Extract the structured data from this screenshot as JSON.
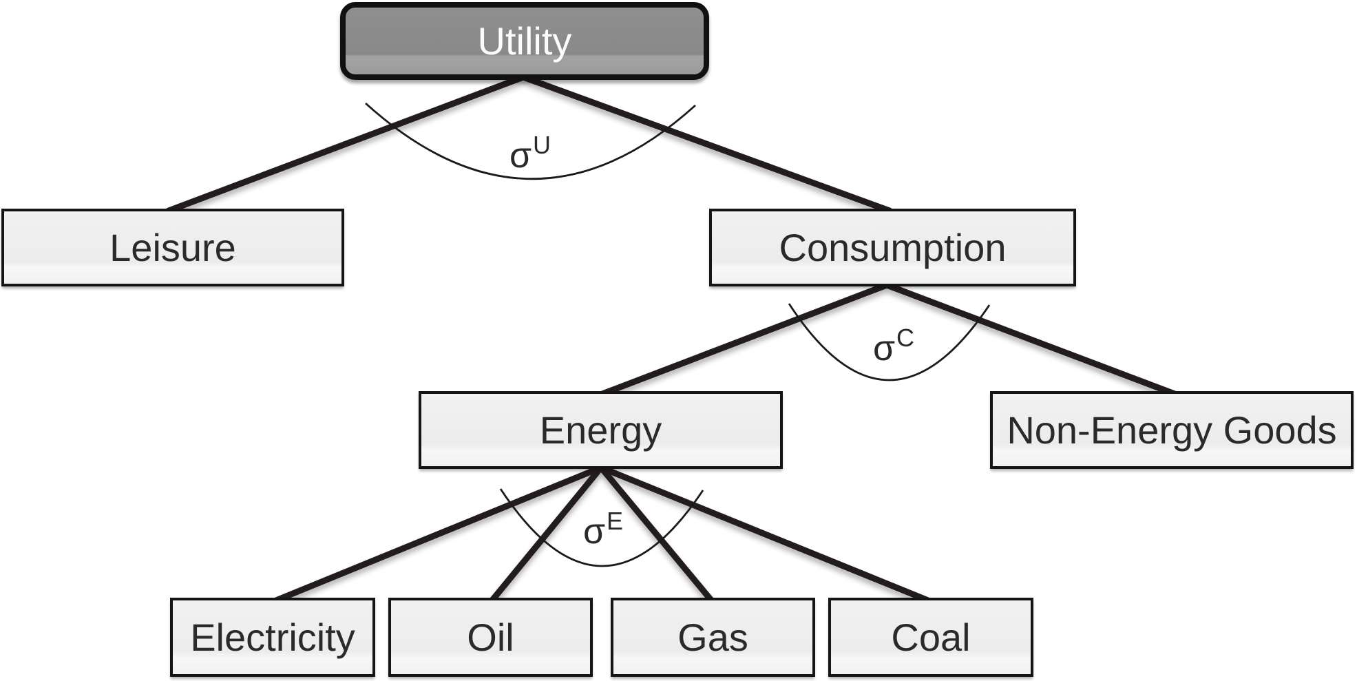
{
  "nodes": {
    "utility": {
      "label": "Utility"
    },
    "leisure": {
      "label": "Leisure"
    },
    "consumption": {
      "label": "Consumption"
    },
    "energy": {
      "label": "Energy"
    },
    "non_energy_goods": {
      "label": "Non-Energy Goods"
    },
    "electricity": {
      "label": "Electricity"
    },
    "oil": {
      "label": "Oil"
    },
    "gas": {
      "label": "Gas"
    },
    "coal": {
      "label": "Coal"
    }
  },
  "elasticity_labels": {
    "utility": {
      "symbol": "σ",
      "superscript": "U"
    },
    "consumption": {
      "symbol": "σ",
      "superscript": "C"
    },
    "energy": {
      "symbol": "σ",
      "superscript": "E"
    }
  },
  "hierarchy": {
    "Utility": {
      "children": [
        "Leisure",
        "Consumption"
      ],
      "elasticity": "σ^U"
    },
    "Consumption": {
      "children": [
        "Energy",
        "Non-Energy Goods"
      ],
      "elasticity": "σ^C"
    },
    "Energy": {
      "children": [
        "Electricity",
        "Oil",
        "Gas",
        "Coal"
      ],
      "elasticity": "σ^E"
    }
  },
  "colors": {
    "background": "#ffffff",
    "root_fill": "#8f8f8f",
    "root_fill_dark": "#898989",
    "root_fill_light": "#a3a3a3",
    "root_fill_bottom": "#9b9b9b",
    "root_border": "#111111",
    "root_text": "#fdfdfd",
    "node_fill": "#f1f1f1",
    "node_fill_mid": "#ececec",
    "node_fill_light": "#f7f7f7",
    "node_border": "#151515",
    "node_text": "#2a2a2a",
    "edge": "#221e1f",
    "arc": "#1a1a1a"
  }
}
